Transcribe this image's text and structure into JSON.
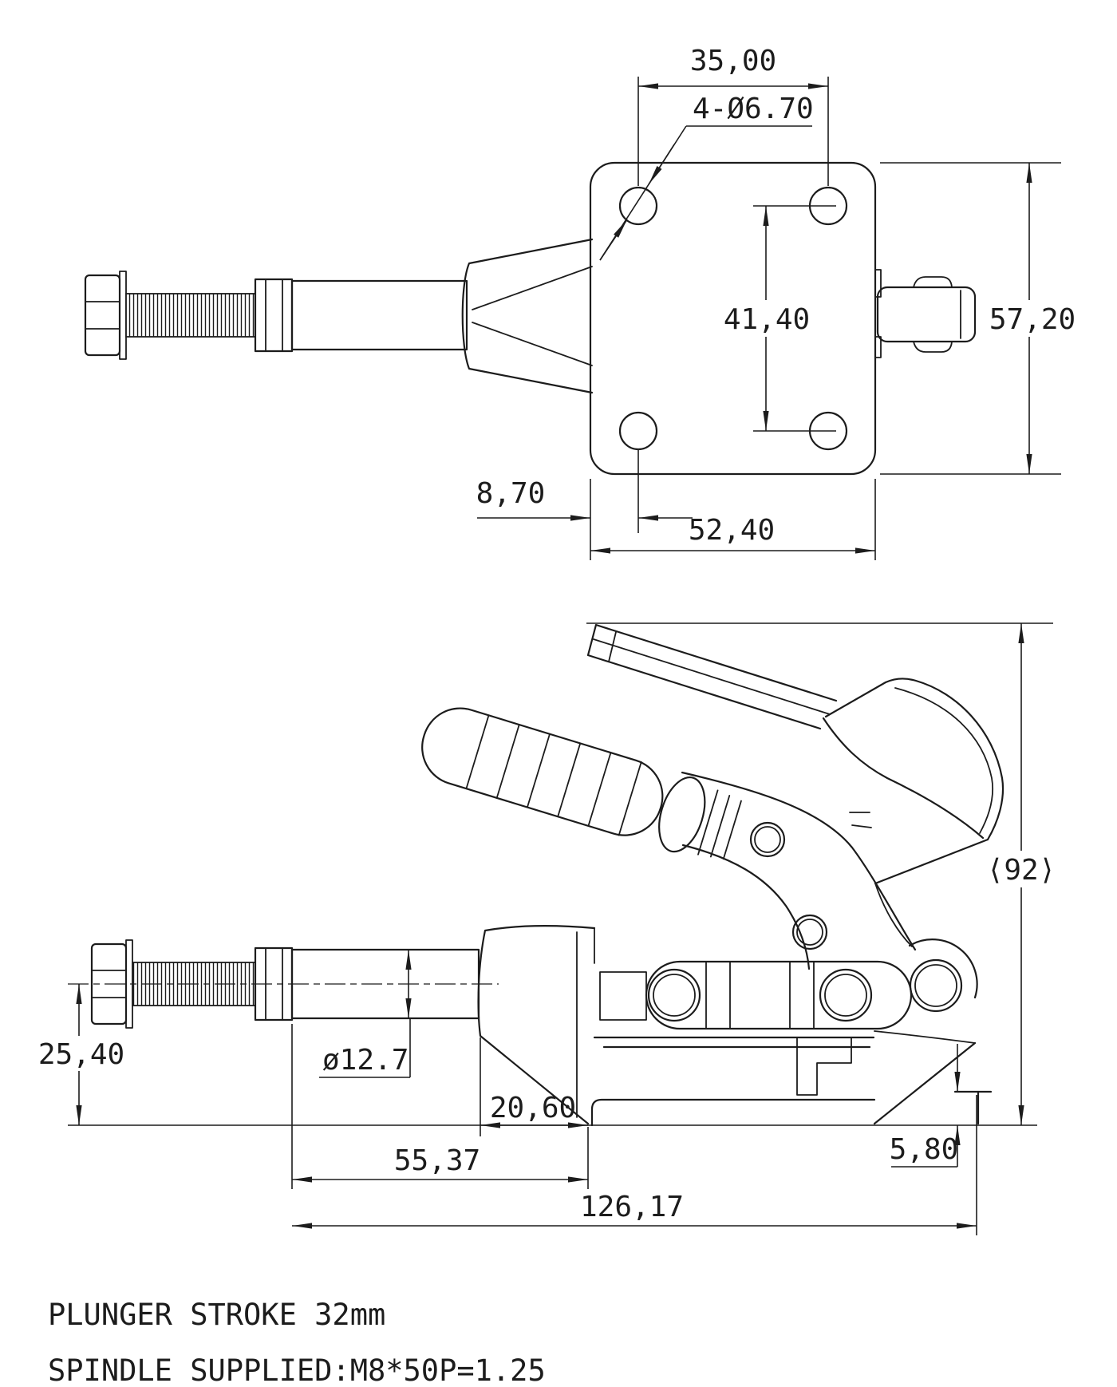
{
  "drawing_type": "toggle-clamp technical drawing, two orthographic views",
  "colors": {
    "line": "#1c1c1c",
    "background": "#ffffff"
  },
  "top_view": {
    "name": "mounting plate front view with spindle",
    "dims": {
      "hole_span_h": "35,00",
      "hole_callout": "4-Ø6.70",
      "hole_span_v": "41,40",
      "plate_height": "57,20",
      "edge_to_hole": "8,70",
      "plate_width": "52,40"
    }
  },
  "side_view": {
    "name": "clamp side view with handle and base",
    "dims": {
      "overall_height": "⟨92⟩",
      "axis_height": "25,40",
      "plunger_diameter": "ø12.7",
      "nose_to_front": "20,60",
      "spindle_to_nose": "55,37",
      "pad_height": "5,80",
      "overall_length": "126,17"
    }
  },
  "notes": {
    "line1": "PLUNGER STROKE  32mm",
    "line2": "SPINDLE SUPPLIED:M8*50P=1.25"
  }
}
